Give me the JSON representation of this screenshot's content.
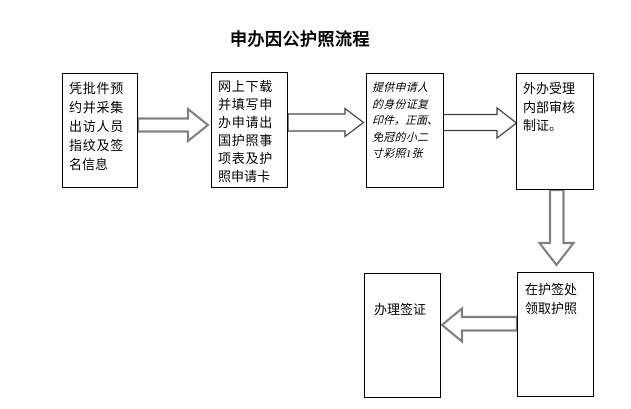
{
  "title": "申办因公护照流程",
  "colors": {
    "arrow_gray": "#808080",
    "arrow_dark": "#404040",
    "box_border": "#000000",
    "text": "#000000"
  },
  "boxes": [
    {
      "name": "step-1",
      "text": "凭 批 件 预\n约 并 采 集\n出 访 人 员\n指 纹 及 签\n名信息"
    },
    {
      "name": "step-2",
      "text": "网 上 下 载\n并 填 写 申\n办 申 请 出\n国 护 照 事\n项 表 及 护\n照申请卡"
    },
    {
      "name": "step-3",
      "text": "提 供 申 请 人\n的 身 份 证 复\n印件，正面、\n免 冠 的 小 二\n寸 彩 照 1 张"
    },
    {
      "name": "step-4",
      "text": "外办受理\n内部审核\n制证。"
    },
    {
      "name": "step-5",
      "text": "在护签处\n领取护照"
    },
    {
      "name": "step-6",
      "text": "办理签证"
    }
  ],
  "arrows": [
    {
      "name": "arrow-step1-to-step2",
      "direction": "right",
      "style": "gray-thick"
    },
    {
      "name": "arrow-step2-to-step3",
      "direction": "right",
      "style": "black-thin"
    },
    {
      "name": "arrow-step3-to-step4",
      "direction": "right",
      "style": "black-thin"
    },
    {
      "name": "arrow-step4-to-step5",
      "direction": "down",
      "style": "gray-thick"
    },
    {
      "name": "arrow-step5-to-step6",
      "direction": "left",
      "style": "gray-thick"
    }
  ]
}
